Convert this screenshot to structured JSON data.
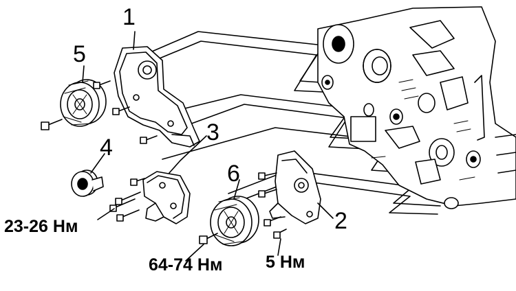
{
  "callouts": {
    "part_1": "1",
    "part_2": "2",
    "part_3": "3",
    "part_4": "4",
    "part_5": "5",
    "part_6": "6"
  },
  "torques": {
    "bolts_bracket": "23-26 Нм",
    "pulley_bolt": "64-74 Нм",
    "cover_bolt": "5 Нм"
  },
  "colors": {
    "ink": "#000000",
    "background": "#ffffff",
    "shade": "#d8d8d8"
  }
}
